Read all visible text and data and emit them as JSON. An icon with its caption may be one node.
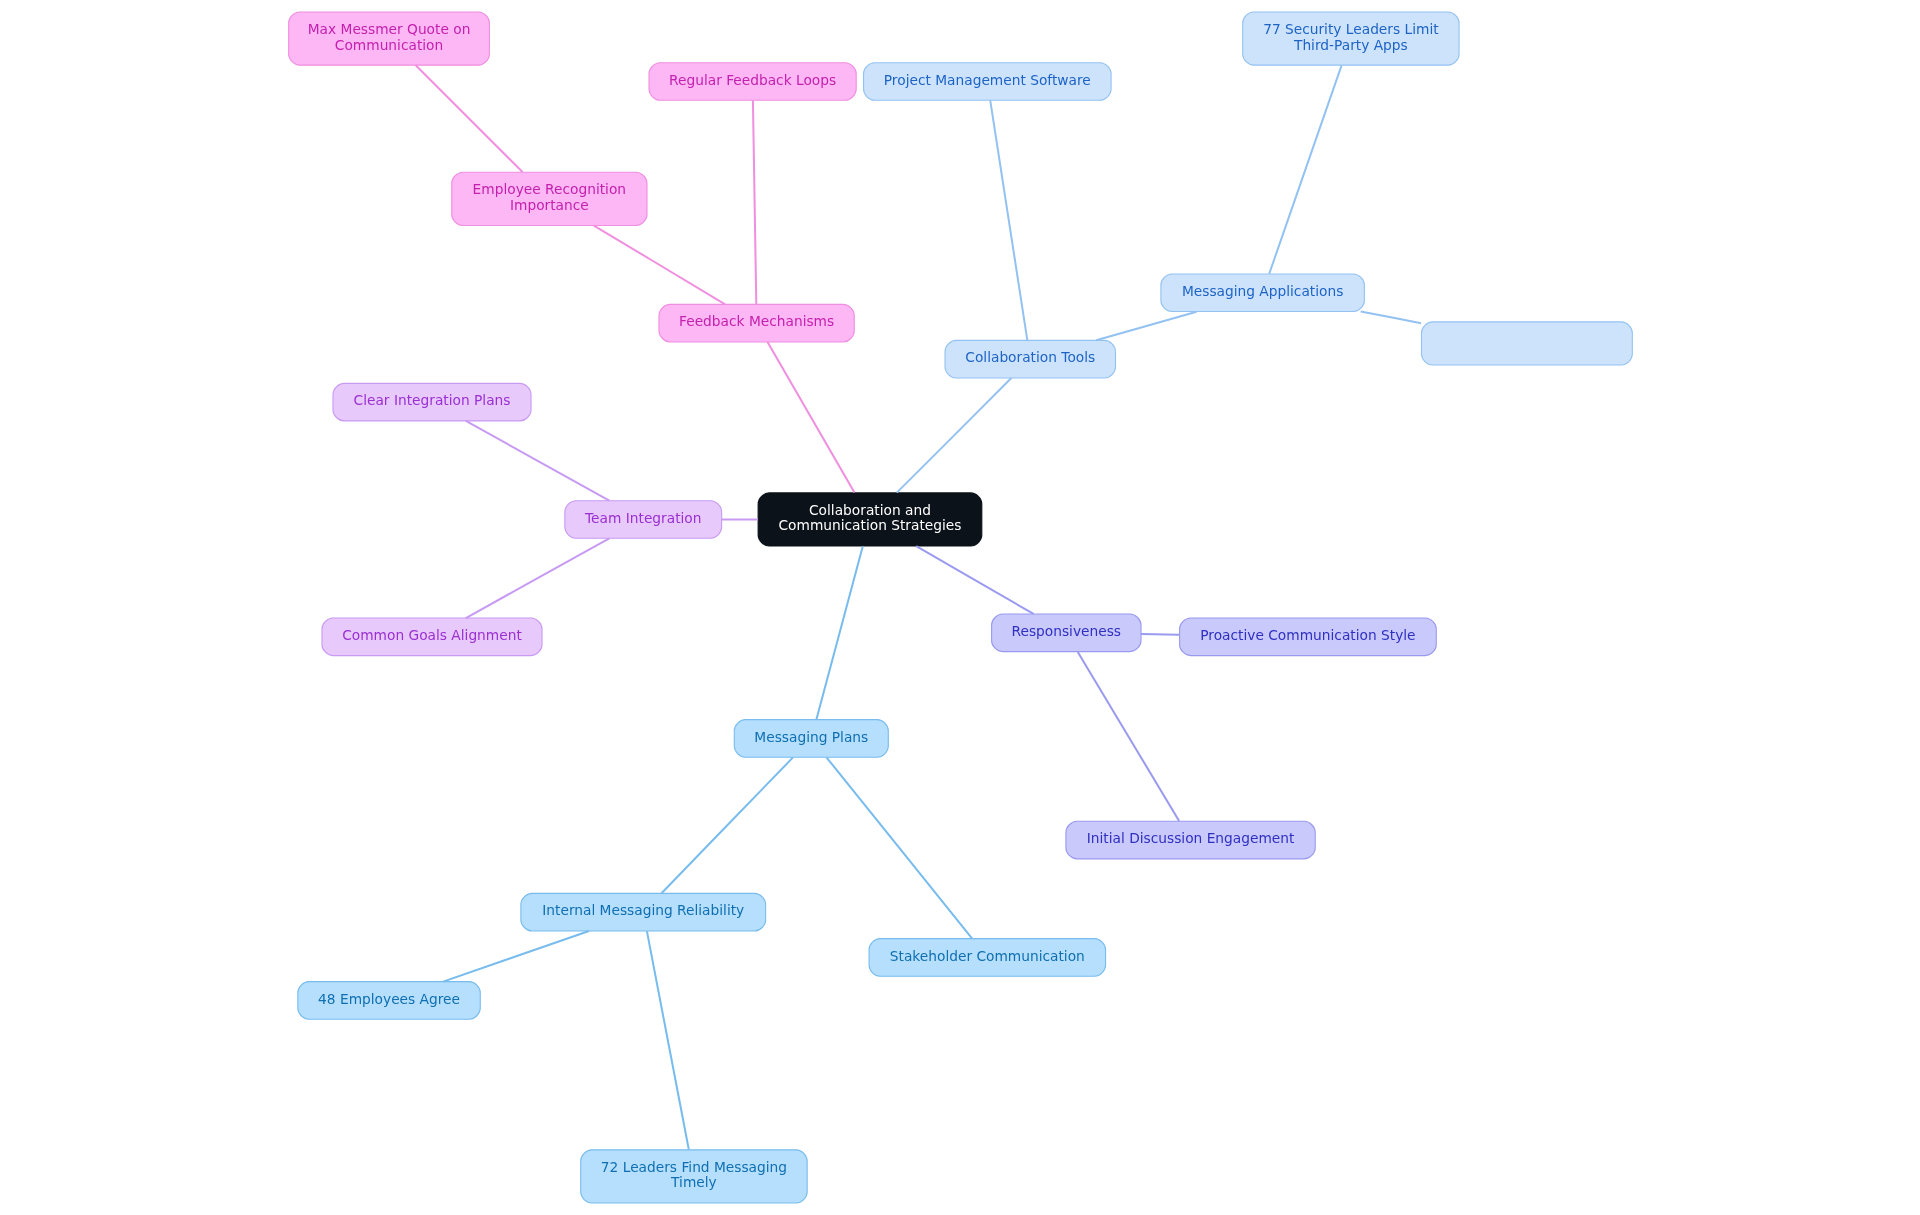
{
  "diagram": {
    "nodes": [
      {
        "text": [
          "Collaboration and Communication Strategies"
        ]
      },
      {
        "text": [
          "Collaboration Tools"
        ]
      },
      {
        "text": [
          "Messaging Applications"
        ]
      },
      {
        "text": [],
        "shape": "box"
      },
      {
        "text": [
          "77 Security Leaders Limit Third-Party Apps"
        ]
      },
      {
        "text": [
          "Project Management Software"
        ]
      },
      {
        "text": [
          "Feedback Mechanisms"
        ]
      },
      {
        "text": [
          "Regular Feedback Loops"
        ]
      },
      {
        "text": [
          "Employee Recognition Importance"
        ]
      },
      {
        "text": [
          "Max Messmer Quote on Communication"
        ]
      },
      {
        "text": [
          "Team Integration"
        ]
      },
      {
        "text": [
          "Clear Integration Plans"
        ]
      },
      {
        "text": [
          "Common Goals Alignment"
        ]
      },
      {
        "text": [
          "Messaging Plans"
        ]
      },
      {
        "text": [
          "Internal Messaging Reliability"
        ]
      },
      {
        "text": [
          "48 Employees Agree"
        ]
      },
      {
        "text": [
          "72 Leaders Find Messaging Timely"
        ]
      },
      {
        "text": [
          "Stakeholder Communication"
        ]
      },
      {
        "text": [
          "Responsiveness"
        ]
      },
      {
        "text": [
          "Initial Discussion Engagement"
        ]
      },
      {
        "text": [
          "Proactive Communication Style"
        ]
      }
    ],
    "edges": [
      {
        "from": 0,
        "to": 1,
        "arrow": "none",
        "color": "#93c2f2"
      },
      {
        "from": 1,
        "to": 2,
        "arrow": "none",
        "color": "#93c2f2"
      },
      {
        "from": 2,
        "to": 3,
        "arrow": "none",
        "color": "#93c2f2"
      },
      {
        "from": 2,
        "to": 4,
        "arrow": "none",
        "color": "#93c2f2"
      },
      {
        "from": 1,
        "to": 5,
        "arrow": "none",
        "color": "#93c2f2"
      },
      {
        "from": 0,
        "to": 6,
        "arrow": "none",
        "color": "#f08ee0"
      },
      {
        "from": 6,
        "to": 7,
        "arrow": "none",
        "color": "#f08ee0"
      },
      {
        "from": 6,
        "to": 8,
        "arrow": "none",
        "color": "#f08ee0"
      },
      {
        "from": 8,
        "to": 9,
        "arrow": "none",
        "color": "#f08ee0"
      },
      {
        "from": 0,
        "to": 10,
        "arrow": "none",
        "color": "#c89af2"
      },
      {
        "from": 10,
        "to": 11,
        "arrow": "none",
        "color": "#c89af2"
      },
      {
        "from": 10,
        "to": 12,
        "arrow": "none",
        "color": "#c89af2"
      },
      {
        "from": 0,
        "to": 13,
        "arrow": "none",
        "color": "#78bcee"
      },
      {
        "from": 13,
        "to": 14,
        "arrow": "none",
        "color": "#78bcee"
      },
      {
        "from": 14,
        "to": 15,
        "arrow": "none",
        "color": "#78bcee"
      },
      {
        "from": 14,
        "to": 16,
        "arrow": "none",
        "color": "#78bcee"
      },
      {
        "from": 13,
        "to": 17,
        "arrow": "none",
        "color": "#78bcee"
      },
      {
        "from": 0,
        "to": 18,
        "arrow": "none",
        "color": "#9a9af0"
      },
      {
        "from": 18,
        "to": 19,
        "arrow": "none",
        "color": "#9a9af0"
      },
      {
        "from": 18,
        "to": 20,
        "arrow": "none",
        "color": "#9a9af0"
      }
    ]
  }
}
